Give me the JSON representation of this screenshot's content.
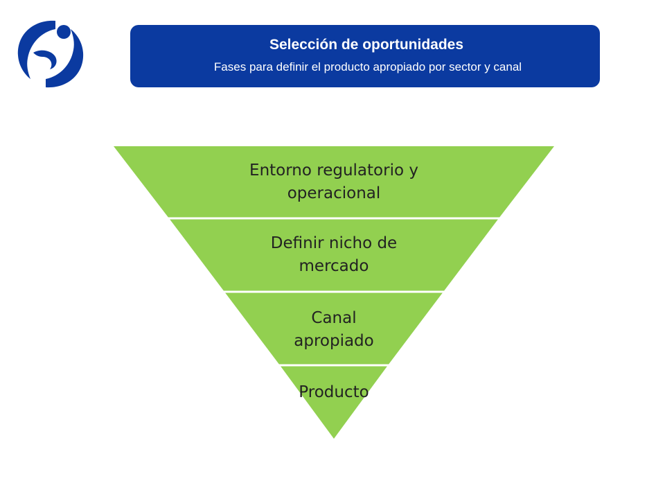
{
  "header": {
    "title": "Selección de oportunidades",
    "subtitle": "Fases para definir el producto apropiado por sector y canal"
  },
  "logo": {
    "icon": "organization-logo-icon",
    "color": "#0b3aa0"
  },
  "funnel": {
    "fill_color": "#92d050",
    "divider_color": "#ffffff",
    "stages": [
      {
        "lines": [
          "Entorno regulatorio y",
          "operacional"
        ]
      },
      {
        "lines": [
          "Definir nicho de",
          "mercado"
        ]
      },
      {
        "lines": [
          "Canal",
          "apropiado"
        ]
      },
      {
        "lines": [
          "Producto"
        ]
      }
    ]
  }
}
